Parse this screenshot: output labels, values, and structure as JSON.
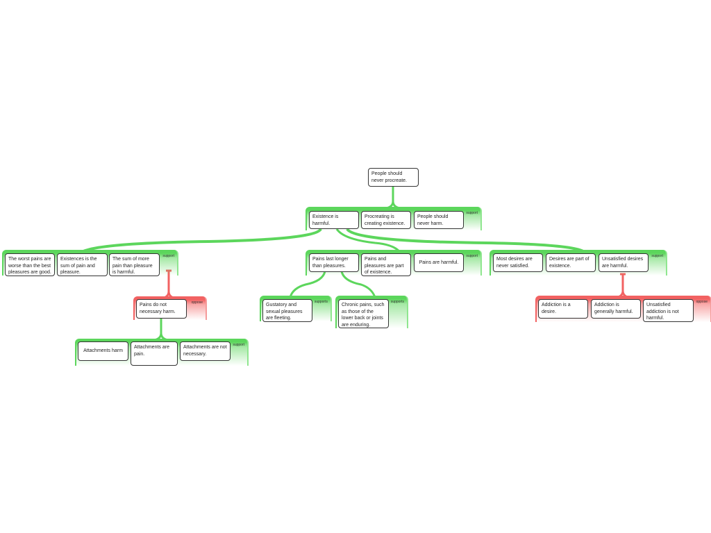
{
  "colors": {
    "support": "#5cd65c",
    "oppose": "#f26262"
  },
  "root": "People should never procreate.",
  "g1": {
    "label": "support",
    "items": [
      "Existence is harmful.",
      "Procreating is creating existence.",
      "People should never harm."
    ]
  },
  "g2": {
    "label": "support",
    "items": [
      "The worst pains are worse than the best pleasures are good.",
      "Existences is the sum of pain and pleasure.",
      "The sum of more pain than pleasure is harmful."
    ]
  },
  "g3": {
    "label": "support",
    "items": [
      "Pains last longer than pleasures.",
      "Pains and pleasures are part of existence.",
      "Pains are harmful."
    ]
  },
  "g4": {
    "label": "support",
    "items": [
      "Most desires are never satisfied.",
      "Desires are part of existence.",
      "Unsatisfied desires are harmful."
    ]
  },
  "o1": {
    "label": "oppose",
    "items": [
      "Pains do not necessary harm."
    ]
  },
  "g5": {
    "label": "support",
    "items": [
      "Attachments harm",
      "Attachments are pain.",
      "Attachments are not necessary."
    ]
  },
  "g6": {
    "label": "supports",
    "items": [
      "Gustatory and sexual pleasures are fleeting."
    ]
  },
  "g7": {
    "label": "supports",
    "items": [
      "Chronic pains, such as those of the lower back or joints are enduring."
    ]
  },
  "o2": {
    "label": "oppose",
    "items": [
      "Addiction is a desire.",
      "Addiction is generally harmful.",
      "Unsatisfied addiction is not harmful."
    ]
  }
}
